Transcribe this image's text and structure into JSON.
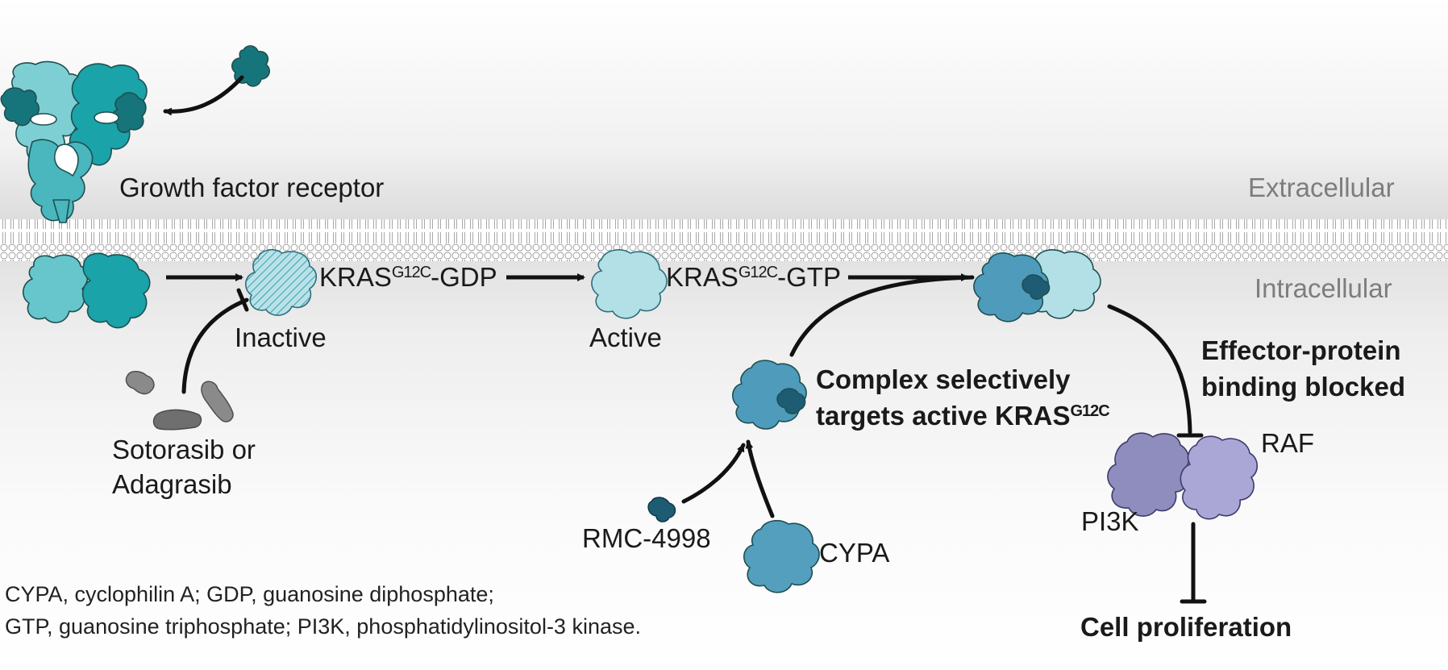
{
  "labels": {
    "growth_factor_receptor": "Growth factor receptor",
    "extracellular": "Extracellular",
    "intracellular": "Intracellular",
    "kras_gdp_prefix": "KRAS",
    "kras_gdp_sup": "G12C",
    "kras_gdp_suffix": "-GDP",
    "kras_gtp_prefix": "KRAS",
    "kras_gtp_sup": "G12C",
    "kras_gtp_suffix": "-GTP",
    "inactive": "Inactive",
    "active": "Active",
    "sotorasib_line1": "Sotorasib or",
    "sotorasib_line2": "Adagrasib",
    "complex_line1": "Complex selectively",
    "complex_line2_prefix": "targets active KRAS",
    "complex_line2_sup": "G12C",
    "effector_line1": "Effector-protein",
    "effector_line2": "binding blocked",
    "raf": "RAF",
    "pi3k": "PI3K",
    "rmc": "RMC-4998",
    "cypa": "CYPA",
    "cell_proliferation": "Cell proliferation"
  },
  "footnote": {
    "line1": "CYPA, cyclophilin A; GDP, guanosine diphosphate;",
    "line2": "GTP, guanosine triphosphate; PI3K, phosphatidylinositol-3 kinase."
  },
  "colors": {
    "receptor_light": "#7ecfd3",
    "receptor_mid": "#1aa3a8",
    "receptor_dark": "#16757a",
    "kras_light": "#b2e0e6",
    "kras_complex": "#4e9bbb",
    "rmc": "#1d5c73",
    "cypa": "#549fbd",
    "pi3k": "#8f8cbe",
    "raf": "#aaa6d6",
    "drug_grey": "#8a8a8a",
    "label_grey": "#7d7d7d"
  }
}
